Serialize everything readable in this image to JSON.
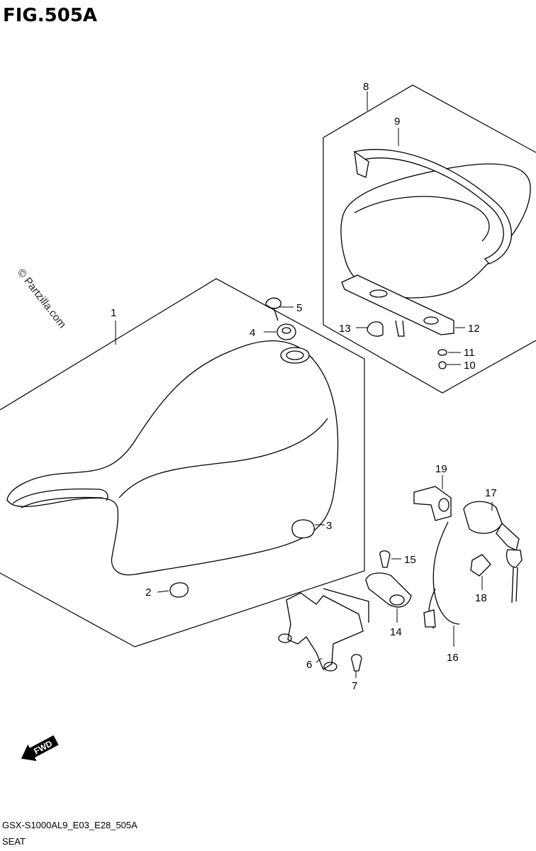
{
  "figure": {
    "title": "FIG.505A",
    "watermark": "© Partzilla.com",
    "model_code": "GSX-S1000AL9_E03_E28_505A",
    "section_name": "SEAT",
    "fwd_label": "FWD"
  },
  "callouts": [
    {
      "id": "1",
      "label": "1"
    },
    {
      "id": "2",
      "label": "2"
    },
    {
      "id": "3",
      "label": "3"
    },
    {
      "id": "4",
      "label": "4"
    },
    {
      "id": "5",
      "label": "5"
    },
    {
      "id": "6",
      "label": "6"
    },
    {
      "id": "7",
      "label": "7"
    },
    {
      "id": "8",
      "label": "8"
    },
    {
      "id": "9",
      "label": "9"
    },
    {
      "id": "10",
      "label": "10"
    },
    {
      "id": "11",
      "label": "11"
    },
    {
      "id": "12",
      "label": "12"
    },
    {
      "id": "13",
      "label": "13"
    },
    {
      "id": "14",
      "label": "14"
    },
    {
      "id": "15",
      "label": "15"
    },
    {
      "id": "16",
      "label": "16"
    },
    {
      "id": "17",
      "label": "17"
    },
    {
      "id": "18",
      "label": "18"
    },
    {
      "id": "19",
      "label": "19"
    }
  ]
}
